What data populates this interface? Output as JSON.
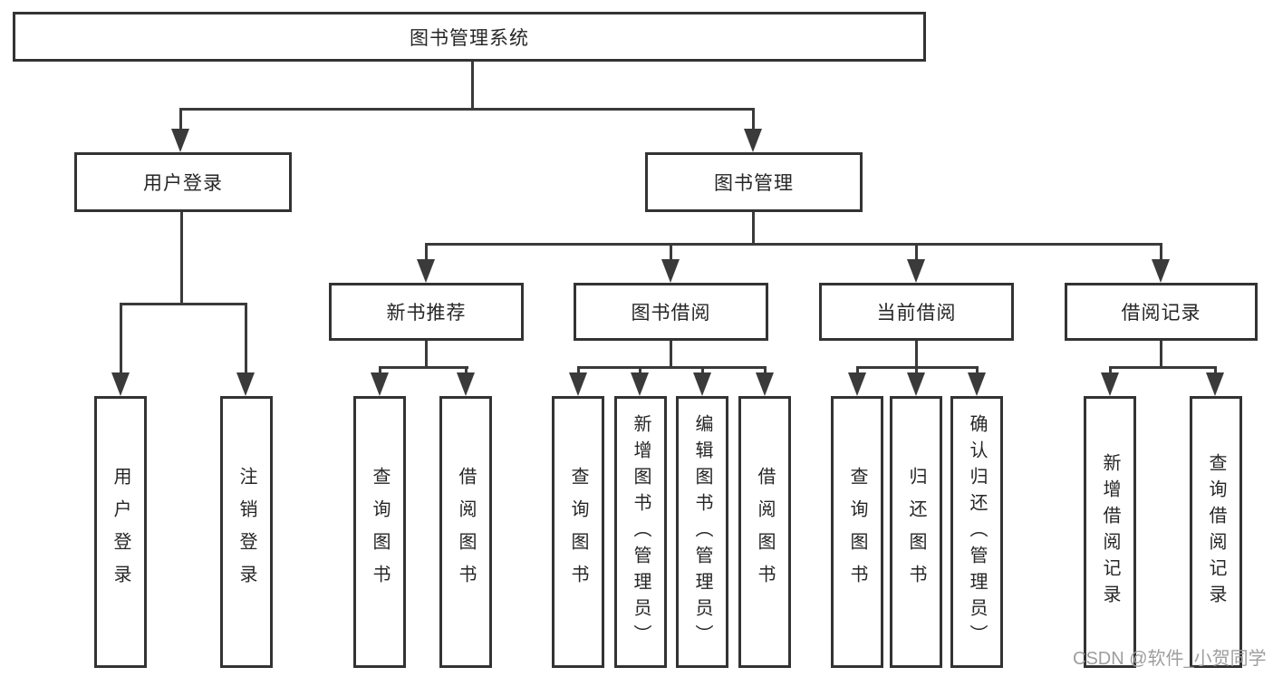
{
  "tree": {
    "label": "图书管理系统",
    "children": [
      {
        "label": "用户登录",
        "children": [
          {
            "label": "用户登录"
          },
          {
            "label": "注销登录"
          }
        ]
      },
      {
        "label": "图书管理",
        "children": [
          {
            "label": "新书推荐",
            "children": [
              {
                "label": "查询图书"
              },
              {
                "label": "借阅图书"
              }
            ]
          },
          {
            "label": "图书借阅",
            "children": [
              {
                "label": "查询图书"
              },
              {
                "label": "新增图书（管理员）"
              },
              {
                "label": "编辑图书（管理员）"
              },
              {
                "label": "借阅图书"
              }
            ]
          },
          {
            "label": "当前借阅",
            "children": [
              {
                "label": "查询图书"
              },
              {
                "label": "归还图书"
              },
              {
                "label": "确认归还（管理员）"
              }
            ]
          },
          {
            "label": "借阅记录",
            "children": [
              {
                "label": "新增借阅记录"
              },
              {
                "label": "查询借阅记录"
              }
            ]
          }
        ]
      }
    ]
  },
  "watermark": "CSDN @软件_小贺同学",
  "colors": {
    "line": "#3a3a3a",
    "box_border": "#333333",
    "text": "#262626",
    "watermark": "#9e9e9e",
    "background": "#ffffff"
  }
}
